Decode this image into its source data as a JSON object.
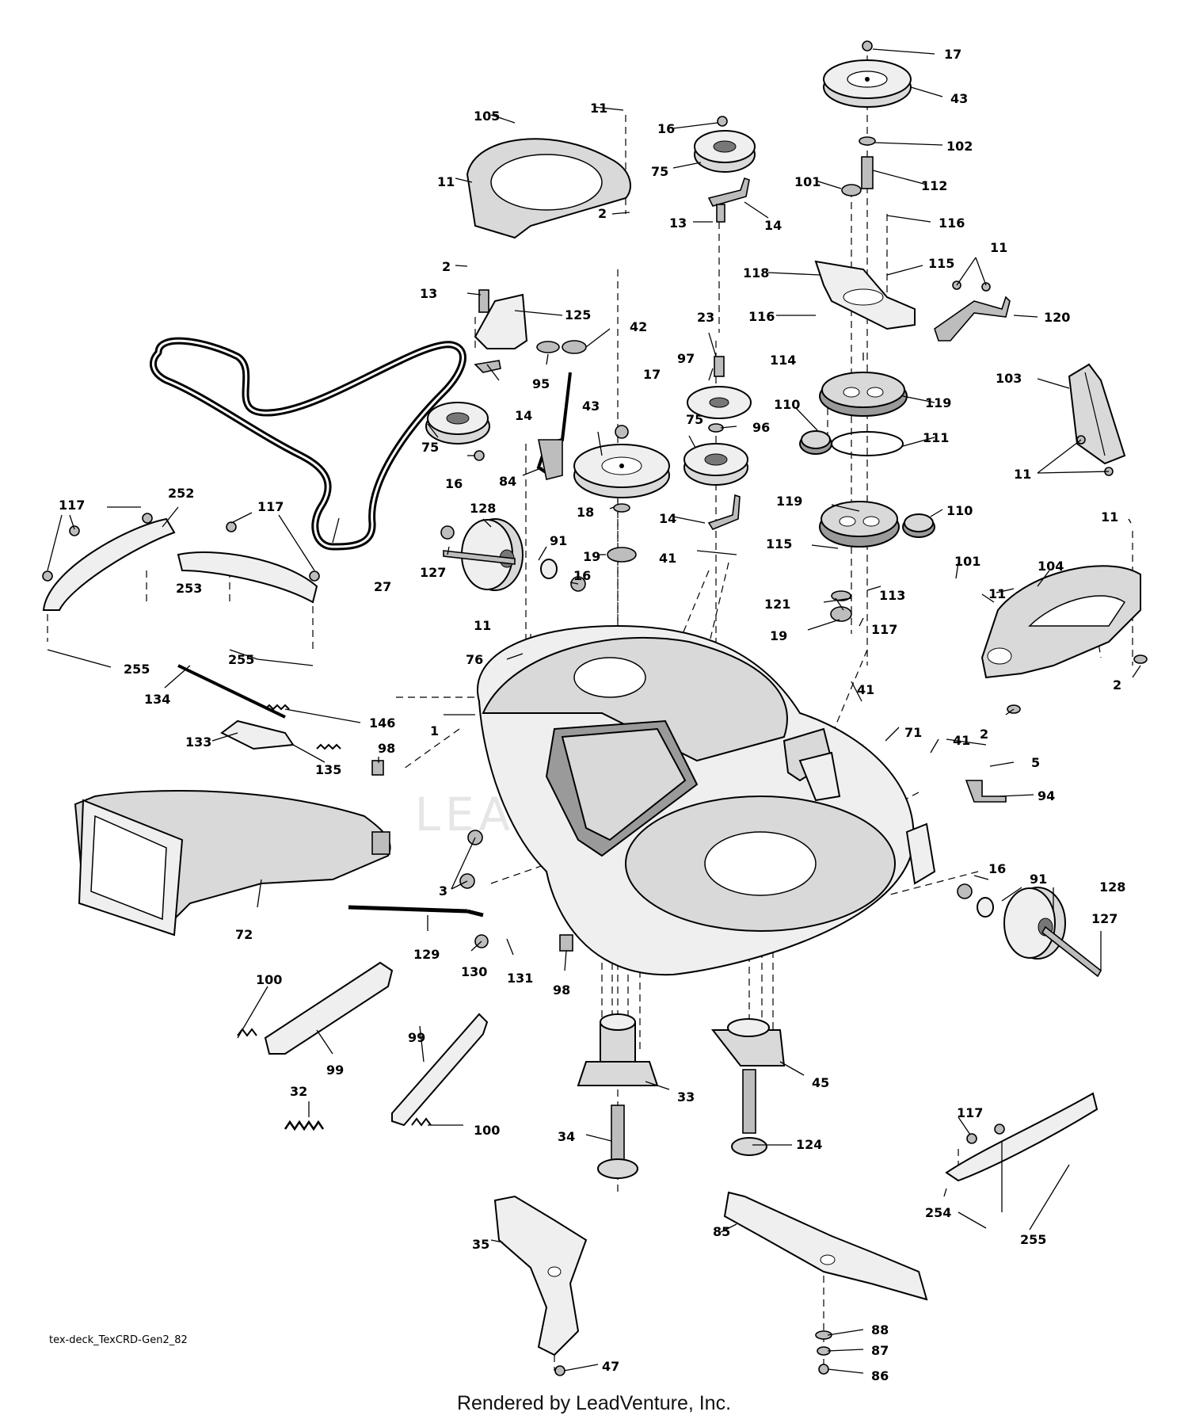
{
  "drawing_id": "tex-deck_TexCRD-Gen2_82",
  "footer": "Rendered by LeadVenture, Inc.",
  "watermark": "LEADVENTURE",
  "callouts": [
    {
      "id": "17a",
      "label": "17"
    },
    {
      "id": "43a",
      "label": "43"
    },
    {
      "id": "102",
      "label": "102"
    },
    {
      "id": "101a",
      "label": "101"
    },
    {
      "id": "112",
      "label": "112"
    },
    {
      "id": "116a",
      "label": "116"
    },
    {
      "id": "105",
      "label": "105"
    },
    {
      "id": "11a",
      "label": "11"
    },
    {
      "id": "16a",
      "label": "16"
    },
    {
      "id": "75a",
      "label": "75"
    },
    {
      "id": "11b",
      "label": "11"
    },
    {
      "id": "2a",
      "label": "2"
    },
    {
      "id": "13a",
      "label": "13"
    },
    {
      "id": "14a",
      "label": "14"
    },
    {
      "id": "2b",
      "label": "2"
    },
    {
      "id": "118",
      "label": "118"
    },
    {
      "id": "115a",
      "label": "115"
    },
    {
      "id": "11c",
      "label": "11"
    },
    {
      "id": "116b",
      "label": "116"
    },
    {
      "id": "120",
      "label": "120"
    },
    {
      "id": "13b",
      "label": "13"
    },
    {
      "id": "125",
      "label": "125"
    },
    {
      "id": "42",
      "label": "42"
    },
    {
      "id": "23",
      "label": "23"
    },
    {
      "id": "114",
      "label": "114"
    },
    {
      "id": "97",
      "label": "97"
    },
    {
      "id": "95",
      "label": "95"
    },
    {
      "id": "17b",
      "label": "17"
    },
    {
      "id": "103",
      "label": "103"
    },
    {
      "id": "14b",
      "label": "14"
    },
    {
      "id": "110a",
      "label": "110"
    },
    {
      "id": "119a",
      "label": "119"
    },
    {
      "id": "43b",
      "label": "43"
    },
    {
      "id": "75b",
      "label": "75"
    },
    {
      "id": "96",
      "label": "96"
    },
    {
      "id": "111",
      "label": "111"
    },
    {
      "id": "75c",
      "label": "75"
    },
    {
      "id": "16b",
      "label": "16"
    },
    {
      "id": "84",
      "label": "84"
    },
    {
      "id": "11d",
      "label": "11"
    },
    {
      "id": "117a",
      "label": "117"
    },
    {
      "id": "117b",
      "label": "117"
    },
    {
      "id": "252",
      "label": "252"
    },
    {
      "id": "18",
      "label": "18"
    },
    {
      "id": "14c",
      "label": "14"
    },
    {
      "id": "119b",
      "label": "119"
    },
    {
      "id": "110b",
      "label": "110"
    },
    {
      "id": "128a",
      "label": "128"
    },
    {
      "id": "11e",
      "label": "11"
    },
    {
      "id": "91a",
      "label": "91"
    },
    {
      "id": "115b",
      "label": "115"
    },
    {
      "id": "101b",
      "label": "101"
    },
    {
      "id": "19a",
      "label": "19"
    },
    {
      "id": "41a",
      "label": "41"
    },
    {
      "id": "104",
      "label": "104"
    },
    {
      "id": "253",
      "label": "253"
    },
    {
      "id": "127a",
      "label": "127"
    },
    {
      "id": "16c",
      "label": "16"
    },
    {
      "id": "27",
      "label": "27"
    },
    {
      "id": "11f",
      "label": "11"
    },
    {
      "id": "113",
      "label": "113"
    },
    {
      "id": "121",
      "label": "121"
    },
    {
      "id": "11g",
      "label": "11"
    },
    {
      "id": "19b",
      "label": "19"
    },
    {
      "id": "117c",
      "label": "117"
    },
    {
      "id": "76",
      "label": "76"
    },
    {
      "id": "255a",
      "label": "255"
    },
    {
      "id": "255b",
      "label": "255"
    },
    {
      "id": "2c",
      "label": "2"
    },
    {
      "id": "2d",
      "label": "2"
    },
    {
      "id": "134",
      "label": "134"
    },
    {
      "id": "41b",
      "label": "41"
    },
    {
      "id": "146",
      "label": "146"
    },
    {
      "id": "1",
      "label": "1"
    },
    {
      "id": "71",
      "label": "71"
    },
    {
      "id": "41c",
      "label": "41"
    },
    {
      "id": "133",
      "label": "133"
    },
    {
      "id": "98a",
      "label": "98"
    },
    {
      "id": "135",
      "label": "135"
    },
    {
      "id": "5",
      "label": "5"
    },
    {
      "id": "94",
      "label": "94"
    },
    {
      "id": "16d",
      "label": "16"
    },
    {
      "id": "91b",
      "label": "91"
    },
    {
      "id": "128b",
      "label": "128"
    },
    {
      "id": "3",
      "label": "3"
    },
    {
      "id": "127b",
      "label": "127"
    },
    {
      "id": "72",
      "label": "72"
    },
    {
      "id": "129",
      "label": "129"
    },
    {
      "id": "130",
      "label": "130"
    },
    {
      "id": "131",
      "label": "131"
    },
    {
      "id": "98b",
      "label": "98"
    },
    {
      "id": "100a",
      "label": "100"
    },
    {
      "id": "99a",
      "label": "99"
    },
    {
      "id": "99b",
      "label": "99"
    },
    {
      "id": "45",
      "label": "45"
    },
    {
      "id": "33",
      "label": "33"
    },
    {
      "id": "32",
      "label": "32"
    },
    {
      "id": "100b",
      "label": "100"
    },
    {
      "id": "117d",
      "label": "117"
    },
    {
      "id": "34",
      "label": "34"
    },
    {
      "id": "124",
      "label": "124"
    },
    {
      "id": "254",
      "label": "254"
    },
    {
      "id": "255c",
      "label": "255"
    },
    {
      "id": "35",
      "label": "35"
    },
    {
      "id": "85",
      "label": "85"
    },
    {
      "id": "88",
      "label": "88"
    },
    {
      "id": "87",
      "label": "87"
    },
    {
      "id": "47",
      "label": "47"
    },
    {
      "id": "86",
      "label": "86"
    }
  ]
}
